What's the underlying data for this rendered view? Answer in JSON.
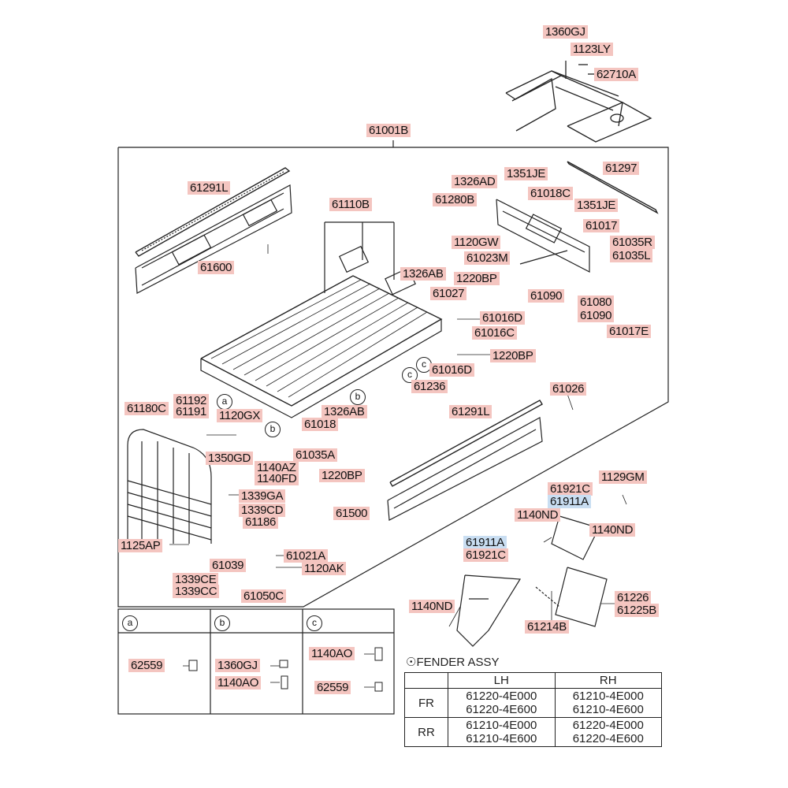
{
  "colors": {
    "label_bg": "#f4c5c0",
    "label_highlight_bg": "#c9def2",
    "line": "#222222"
  },
  "labels": {
    "p1360GJ_top": "1360GJ",
    "p1123LY": "1123LY",
    "p62710A": "62710A",
    "p61001B": "61001B",
    "p61291L_top": "61291L",
    "p61600": "61600",
    "p61110B": "61110B",
    "p1326AD": "1326AD",
    "p1351JE_a": "1351JE",
    "p61297": "61297",
    "p61018C": "61018C",
    "p61280B": "61280B",
    "p1351JE_b": "1351JE",
    "p61017": "61017",
    "p1120GW": "1120GW",
    "p61035R": "61035R",
    "p61023M": "61023M",
    "p61035L": "61035L",
    "p1326AB_top": "1326AB",
    "p1220BP_a": "1220BP",
    "p61027": "61027",
    "p61090_a": "61090",
    "p61080": "61080",
    "p61090_b": "61090",
    "p61016D_a": "61016D",
    "p61016C": "61016C",
    "p61017E": "61017E",
    "p1220BP_b": "1220BP",
    "p61016D_b": "61016D",
    "p61236": "61236",
    "p61026": "61026",
    "p61192": "61192",
    "p61180C": "61180C",
    "p61191": "61191",
    "p1120GX": "1120GX",
    "p1326AB_bot": "1326AB",
    "p61291L_bot": "61291L",
    "p61018": "61018",
    "p1350GD": "1350GD",
    "p61035A": "61035A",
    "p1140AZ": "1140AZ",
    "p1140FD": "1140FD",
    "p1220BP_c": "1220BP",
    "p61921C_a": "61921C",
    "p1129GM": "1129GM",
    "p61911A_a": "61911A",
    "p1339GA": "1339GA",
    "p61500": "61500",
    "p1140ND_a": "1140ND",
    "p1339CD": "1339CD",
    "p1140ND_b": "1140ND",
    "p61186": "61186",
    "p61911A_b": "61911A",
    "p1125AP": "1125AP",
    "p61021A": "61021A",
    "p61921C_b": "61921C",
    "p61039": "61039",
    "p1120AK": "1120AK",
    "p1339CE": "1339CE",
    "p1339CC": "1339CC",
    "p61050C": "61050C",
    "p61226": "61226",
    "p61225B": "61225B",
    "p1140ND_c": "1140ND",
    "p61214B": "61214B",
    "p62559_a": "62559",
    "p1360GJ_b": "1360GJ",
    "p1140AO_b": "1140AO",
    "p1140AO_c": "1140AO",
    "p62559_c": "62559"
  },
  "sub_boxes": {
    "a": "a",
    "b": "b",
    "c": "c"
  },
  "callouts": {
    "a": "a",
    "b": "b",
    "c": "c"
  },
  "fender": {
    "title": "FENDER ASSY",
    "col_lh": "LH",
    "col_rh": "RH",
    "row_fr": "FR",
    "row_rr": "RR",
    "fr_lh_1": "61220-4E000",
    "fr_lh_2": "61220-4E600",
    "fr_rh_1": "61210-4E000",
    "fr_rh_2": "61210-4E600",
    "rr_lh_1": "61210-4E000",
    "rr_lh_2": "61210-4E600",
    "rr_rh_1": "61220-4E000",
    "rr_rh_2": "61220-4E600"
  }
}
